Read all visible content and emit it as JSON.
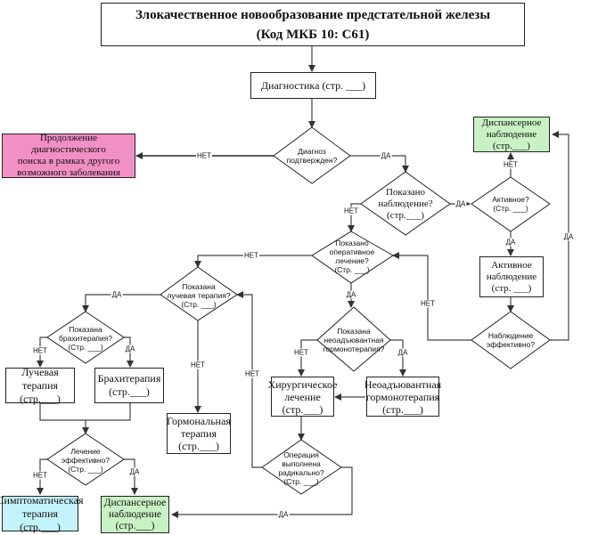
{
  "title": {
    "line1": "Злокачественное новообразование предстательной железы",
    "line2": "(Код МКБ 10: C61)"
  },
  "nodes": {
    "diagnostics": "Диагностика (стр. ___)",
    "continue_search": [
      "Продолжение диагностического",
      "поиска в рамках другого",
      "возможного заболевания"
    ],
    "diagnosis_confirmed": [
      "Диагноз",
      "подтвержден?"
    ],
    "observation_indicated": [
      "Показано",
      "наблюдение?",
      "(стр.___)"
    ],
    "dispensary_top": [
      "Диспансерное",
      "наблюдение",
      "(стр.___)"
    ],
    "active": [
      "Активное?",
      "(Стр. ___)"
    ],
    "active_observation": [
      "Активное",
      "наблюдение",
      "(стр. ___)"
    ],
    "observation_effective": [
      "Наблюдение",
      "эффективно?"
    ],
    "surgery_indicated": [
      "Показано",
      "оперативное",
      "лечение?",
      "(Стр. ___)"
    ],
    "radiation_indicated": [
      "Показана",
      "лучевая терапия?",
      "(Стр. ___)"
    ],
    "neoadjuvant_indicated": [
      "Показана",
      "неоадъювантная",
      "гормонотерапия?"
    ],
    "brachy_indicated": [
      "Показана",
      "брахитерапия?",
      "(Стр. ___)"
    ],
    "radiation_therapy": [
      "Лучевая терапия",
      "(стр.___)"
    ],
    "brachytherapy": [
      "Брахитерапия",
      "(стр.___)"
    ],
    "hormonal_therapy": [
      "Гормональная",
      "терапия",
      "(стр.___)"
    ],
    "surgical_treatment": [
      "Хирургическое",
      "лечение",
      "(стр.___)"
    ],
    "neoadjuvant_therapy": [
      "Неоадъювантная",
      "гормонотерапия",
      "(стр.___)"
    ],
    "treatment_effective": [
      "Лечение",
      "эффективно?",
      "(Стр. ___)"
    ],
    "operation_radical": [
      "Операция",
      "выполнена",
      "радикально?",
      "(Стр. ___)"
    ],
    "symptomatic": [
      "Симптоматическая",
      "терапия (стр.___)"
    ],
    "dispensary_bottom": [
      "Диспансерное",
      "наблюдение",
      "(стр.___)"
    ]
  },
  "labels": {
    "yes": "ДА",
    "no": "НЕТ"
  },
  "colors": {
    "pink": "#f28fc4",
    "green": "#c8f2c4",
    "cyan": "#c4f4fb"
  }
}
